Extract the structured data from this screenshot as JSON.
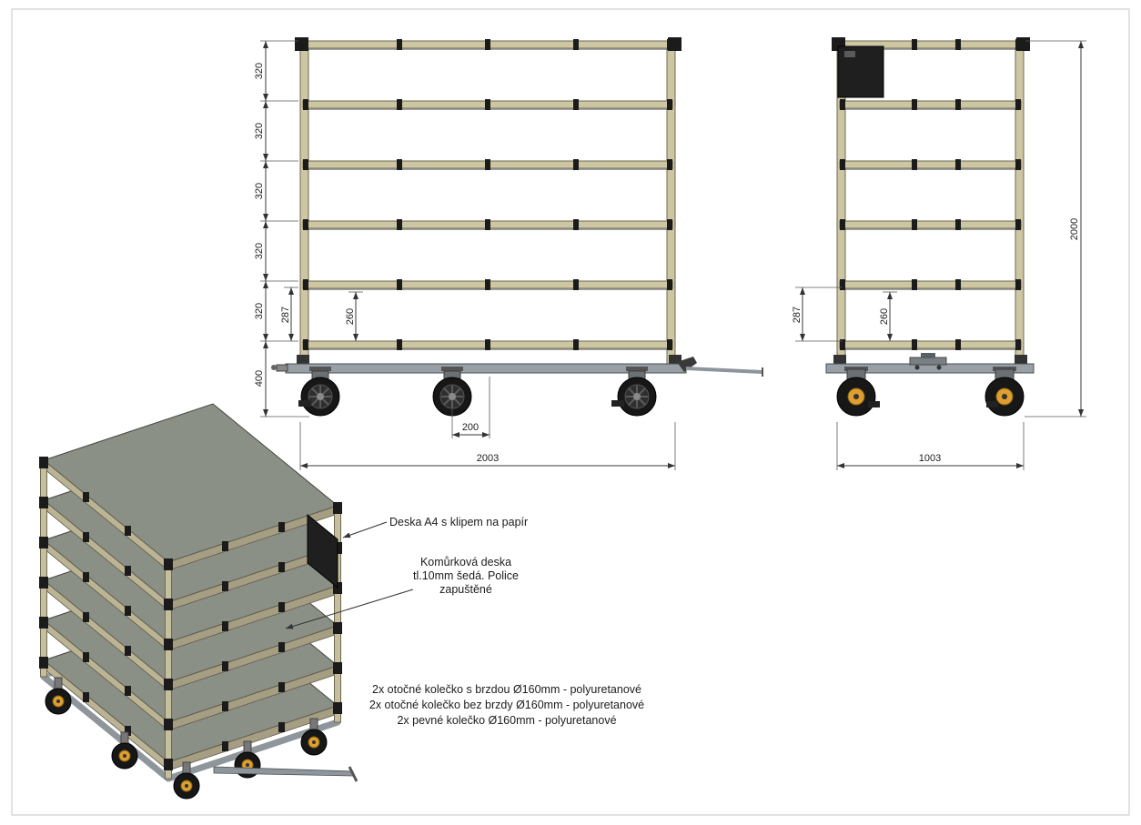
{
  "front": {
    "dim_320_labels": [
      "320",
      "320",
      "320",
      "320",
      "320"
    ],
    "dim_400": "400",
    "dim_287": "287",
    "dim_260": "260",
    "dim_200": "200",
    "dim_total_width": "2003"
  },
  "side": {
    "dim_287": "287",
    "dim_260": "260",
    "dim_total_height": "2000",
    "dim_total_width": "1003"
  },
  "iso": {
    "label_a4": "Deska A4 s klipem na papír",
    "label_shelf_1": "Komůrková deska",
    "label_shelf_2": "tl.10mm šedá. Police",
    "label_shelf_3": "zapuštěné",
    "label_casters_1": "2x otočné kolečko s brzdou  Ø160mm - polyuretanové",
    "label_casters_2": "2x otočné kolečko bez brzdy Ø160mm - polyuretanové",
    "label_casters_3": "2x pevné kolečko  Ø160mm - polyuretanové"
  },
  "colors": {
    "frame_tube": "#cdc6a3",
    "shelf_panel_gray": "#8b9086",
    "chassis_gray": "#98a0a6",
    "connector_black": "#1b1b1b",
    "wheel_hub_orange": "#dd9f2f",
    "dimension_line": "#3a3a3a"
  }
}
